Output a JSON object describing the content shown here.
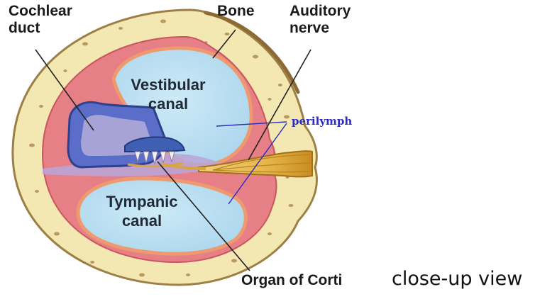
{
  "labels": {
    "cochlear_duct_line1": "Cochlear",
    "cochlear_duct_line2": "duct",
    "bone": "Bone",
    "auditory_nerve_line1": "Auditory",
    "auditory_nerve_line2": "nerve",
    "vestibular_line1": "Vestibular",
    "vestibular_line2": "canal",
    "perilymph": "perilymph",
    "tympanic_line1": "Tympanic",
    "tympanic_line2": "canal",
    "organ_of_corti": "Organ of Corti"
  },
  "caption": "close-up view",
  "colors": {
    "bone": "#f3e7b2",
    "bone_dots": "#b89a5e",
    "pink_tissue": "#e77f86",
    "canal_fluid": "#b9dff1",
    "cochlear_duct": "#5a6ec9",
    "tectorial": "#3f5fb2",
    "nerve": "#e6b64a",
    "leader_line": "#222222",
    "perilymph_text": "#2a2ac0"
  }
}
